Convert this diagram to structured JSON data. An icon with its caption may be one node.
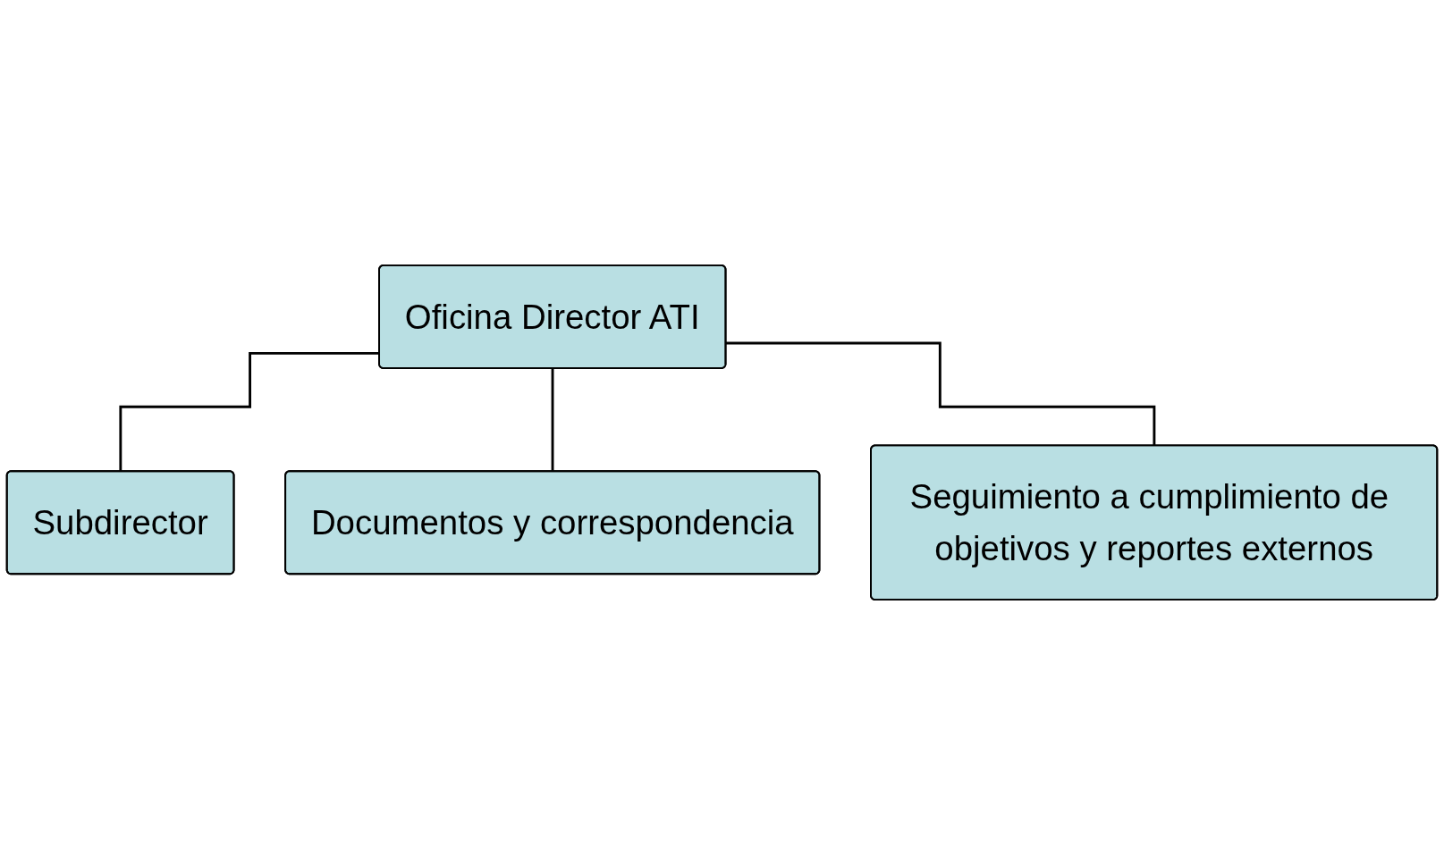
{
  "diagram": {
    "nodes": [
      {
        "text": [
          "Oficina Director ATI"
        ]
      },
      {
        "text": [
          "Subdirector"
        ]
      },
      {
        "text": [
          "Documentos y correspondencia"
        ]
      },
      {
        "text": [
          "Seguimiento a cumplimiento de objetivos y reportes externos"
        ]
      }
    ],
    "edges": [
      {
        "from": 0,
        "to": 1,
        "arrow": "none"
      },
      {
        "from": 0,
        "to": 2,
        "arrow": "none"
      },
      {
        "from": 0,
        "to": 3,
        "arrow": "none"
      }
    ]
  }
}
